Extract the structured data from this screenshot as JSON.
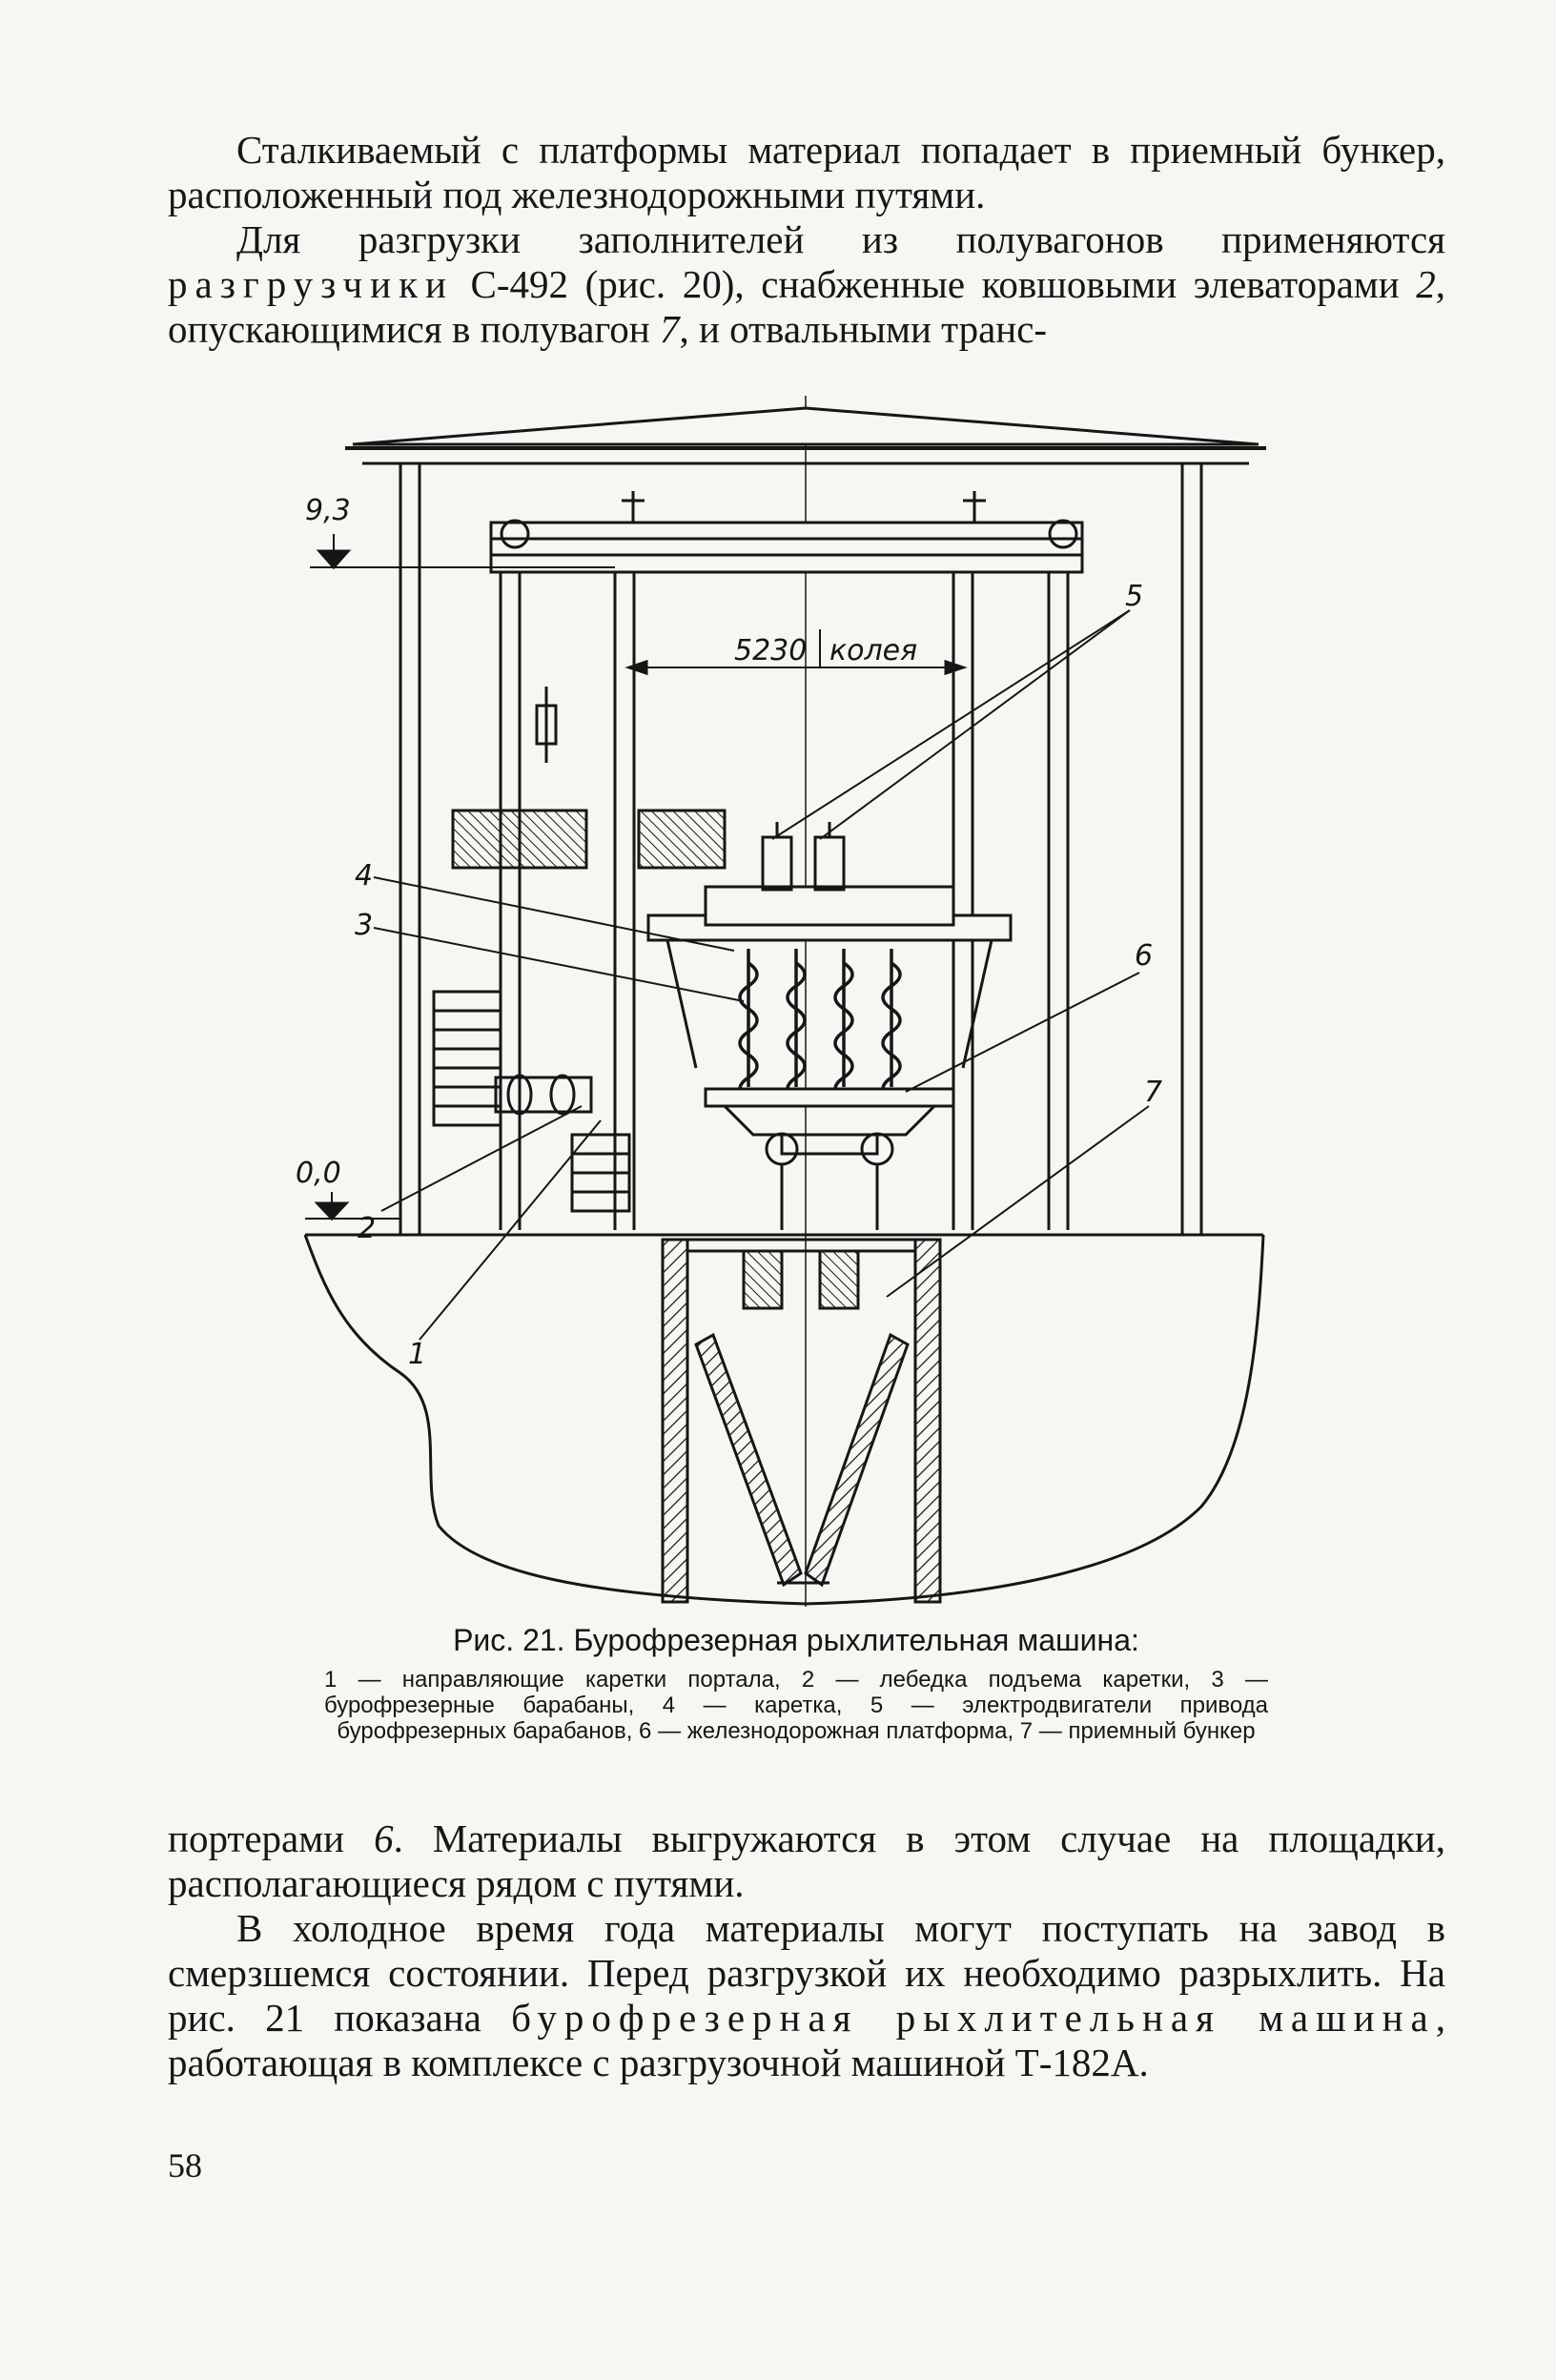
{
  "paragraphs_top": {
    "p1": "Сталкиваемый с платформы материал попадает в приемный бункер, расположенный под железнодорожными путями.",
    "p2_a": "Для разгрузки заполнителей из полувагонов применяются ",
    "p2_spaced": "разгрузчики",
    "p2_b": " С-492 (рис. 20), снабженные ковшовыми элеваторами ",
    "p2_num2": "2",
    "p2_c": ", опускающимися в полувагон ",
    "p2_num7": "7",
    "p2_d": ", и отвальными транс-"
  },
  "figure": {
    "level_top": "9,3",
    "level_bottom": "0,0",
    "dimension": "5230",
    "dimension_label": "колея",
    "callouts": {
      "c1": "1",
      "c2": "2",
      "c3": "3",
      "c4": "4",
      "c5": "5",
      "c6": "6",
      "c7": "7"
    }
  },
  "caption": {
    "title": "Рис. 21. Бурофрезерная рыхлительная машина:",
    "legend": "1 — направляющие каретки портала, 2 — лебедка подъема каретки, 3 — бурофрезерные барабаны, 4 — каретка, 5 — электродвигатели привода бурофрезерных барабанов, 6 — железнодорожная платформа, 7 — приемный бункер"
  },
  "paragraphs_bottom": {
    "p3_a": "портерами ",
    "p3_num6": "6",
    "p3_b": ". Материалы выгружаются в этом случае на площадки, располагающиеся рядом с путями.",
    "p4_a": "В холодное время года материалы могут поступать на завод в смерзшемся состоянии. Перед разгрузкой их необходимо разрыхлить. На рис. 21 показана ",
    "p4_spaced": "бурофрезерная рыхлительная машина",
    "p4_b": ", работающая в комплексе с разгрузочной машиной Т-182А."
  },
  "page_number": "58"
}
